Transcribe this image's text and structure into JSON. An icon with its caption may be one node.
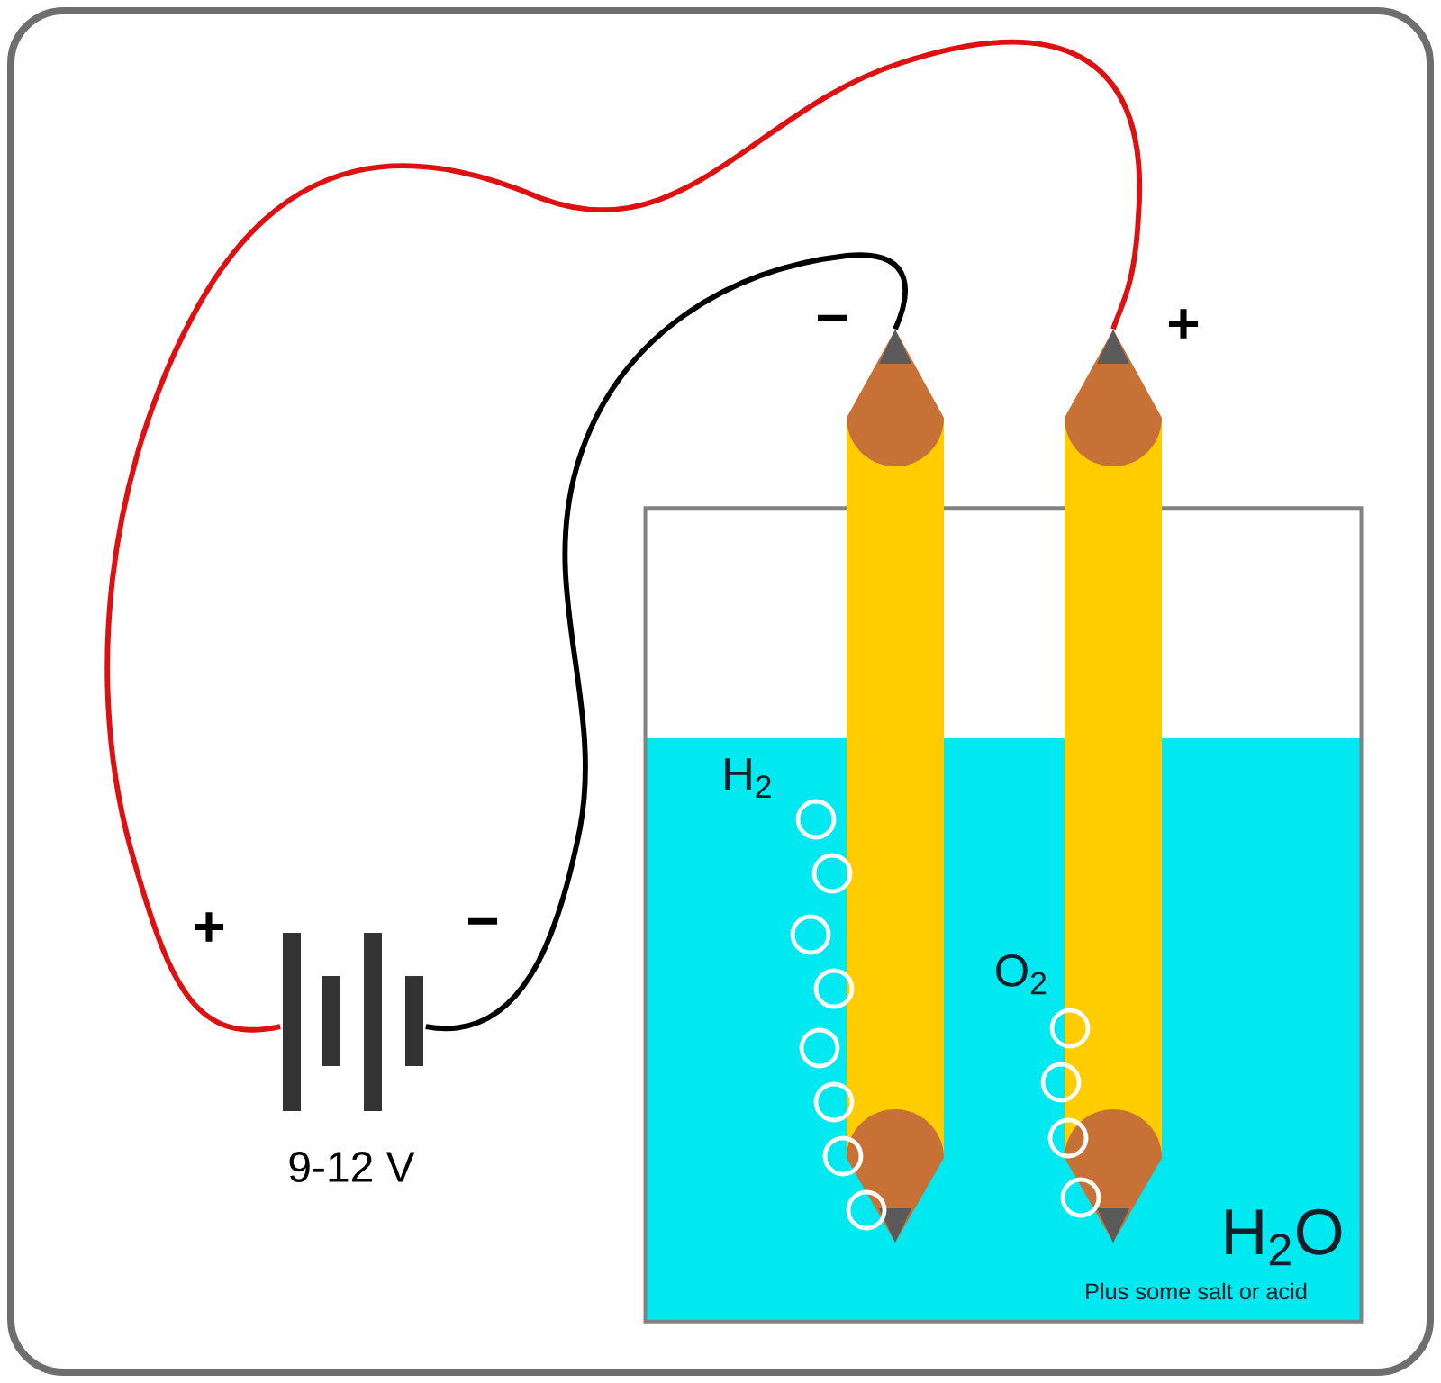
{
  "diagram": {
    "nodes": [
      {
        "text": [],
        "shape": "picture",
        "beside": [
          "9-12 V"
        ]
      },
      {
        "text": [],
        "shape": "pencil"
      },
      {
        "text": [],
        "shape": "pencil"
      },
      {
        "text": [
          "H$_{2}$",
          "O$_{2}$",
          "H$_{2}$O",
          "Plus some salt or acid"
        ]
      }
    ],
    "edges": [
      {
        "from": 0,
        "to": 2,
        "arrow": "none",
        "color": "#dd1111"
      },
      {
        "from": 0,
        "to": 1,
        "arrow": "none",
        "color": "#000000"
      }
    ],
    "labels": [
      "+",
      "−",
      "−",
      "+"
    ]
  }
}
